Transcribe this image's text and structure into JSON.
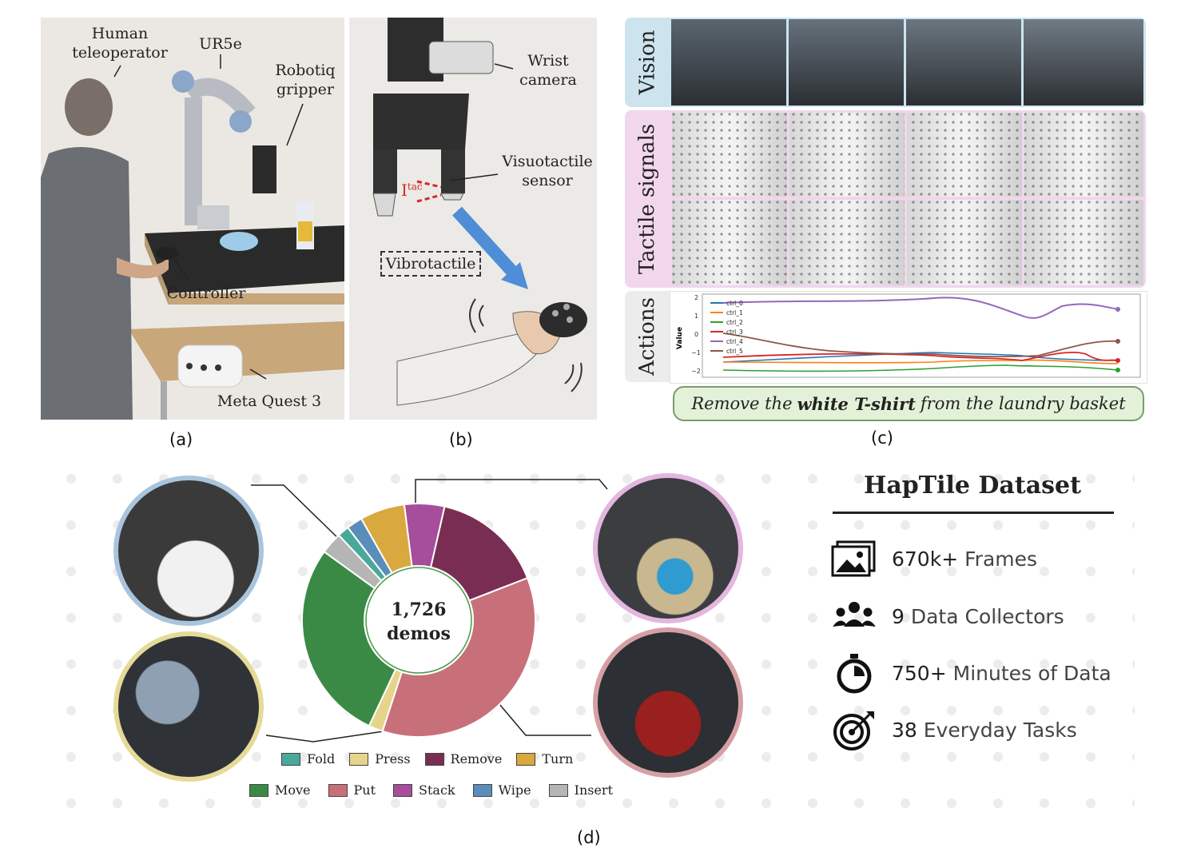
{
  "panel_a": {
    "labels": {
      "human": "Human\nteleoperator",
      "robot": "UR5e",
      "gripper": "Robotiq\ngripper",
      "controller": "Controller",
      "headset": "Meta Quest 3"
    },
    "sublabel": "(a)"
  },
  "panel_b": {
    "labels": {
      "wrist_camera": "Wrist\ncamera",
      "sensor": "Visuotactile\nsensor",
      "itac_main": "I",
      "itac_sup": "tac",
      "vibrotactile": "Vibrotactile"
    },
    "sublabel": "(b)"
  },
  "panel_c": {
    "rows": {
      "vision": "Vision",
      "tactile": "Tactile signals",
      "actions": "Actions"
    },
    "caption": {
      "pre": "Remove the ",
      "bold": "white T-shirt",
      "post": " from the laundry basket"
    },
    "plot": {
      "ylabel": "Value",
      "yticks": [
        "2",
        "1",
        "0",
        "−1",
        "−2"
      ],
      "legend": [
        "ctrl_0",
        "ctrl_1",
        "ctrl_2",
        "ctrl_3",
        "ctrl_4",
        "ctrl_5"
      ],
      "colors": {
        "ctrl_0": "#1f77b4",
        "ctrl_1": "#ff7f0e",
        "ctrl_2": "#2ca02c",
        "ctrl_3": "#d62728",
        "ctrl_4": "#9467bd",
        "ctrl_5": "#8c564b"
      }
    },
    "sublabel": "(c)"
  },
  "panel_d": {
    "chart_data": {
      "type": "pie",
      "center_text": [
        "1,726",
        "demos"
      ],
      "categories": [
        "Stack",
        "Remove",
        "Put",
        "Press",
        "Move",
        "Insert",
        "Fold",
        "Wipe",
        "Turn"
      ],
      "values": [
        96,
        268,
        620,
        34,
        483,
        52,
        28,
        38,
        107
      ],
      "colors": {
        "Stack": "#a64d9c",
        "Remove": "#7a2d52",
        "Put": "#c8707a",
        "Press": "#e6d48a",
        "Move": "#3a8a45",
        "Insert": "#b5b5b5",
        "Fold": "#4aa89a",
        "Wipe": "#5b8dba",
        "Turn": "#d9a83e"
      },
      "legend_rows": [
        [
          "Fold",
          "Press",
          "Remove",
          "Turn"
        ],
        [
          "Move",
          "Put",
          "Stack",
          "Wipe",
          "Insert"
        ]
      ]
    },
    "dataset": {
      "title": "HapTile Dataset",
      "stats": [
        {
          "icon": "images-icon",
          "num": "670k+",
          "text": "Frames"
        },
        {
          "icon": "people-icon",
          "num": "9",
          "text": "Data Collectors"
        },
        {
          "icon": "stopwatch-icon",
          "num": "750+",
          "text": "Minutes of Data"
        },
        {
          "icon": "target-icon",
          "num": "38",
          "text": "Everyday Tasks"
        }
      ]
    },
    "sublabel": "(d)"
  }
}
